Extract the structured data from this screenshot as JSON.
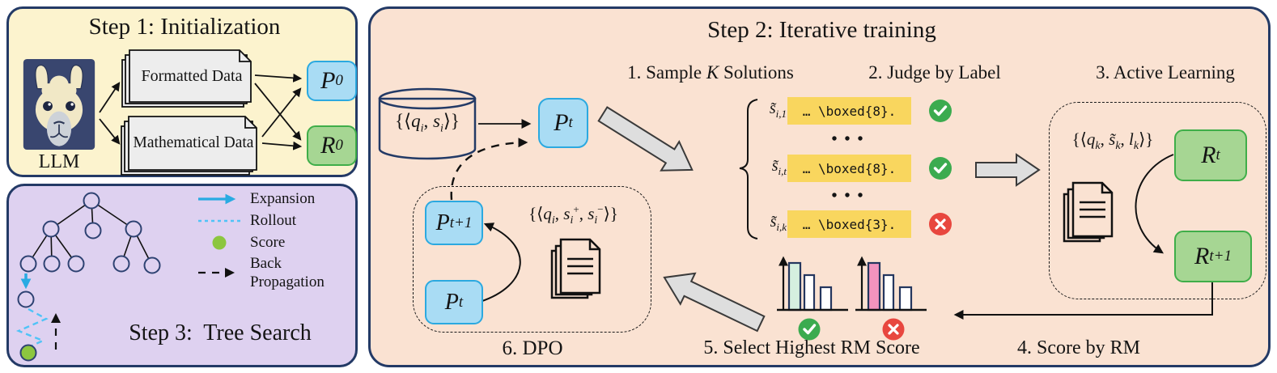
{
  "step1": {
    "title": "Step 1: Initialization",
    "llm_label": "LLM",
    "formatted_data_label": "Formatted Data",
    "mathematical_data_label": "Mathematical Data",
    "p0": {
      "letter": "P",
      "sub": "0"
    },
    "r0": {
      "letter": "R",
      "sub": "0"
    }
  },
  "step3": {
    "title": "Step 3:  Tree Search",
    "legend": {
      "expansion": "Expansion",
      "rollout": "Rollout",
      "score": "Score",
      "back_line1": "Back",
      "back_line2": "Propagation"
    }
  },
  "step2": {
    "title": "Step 2: Iterative training",
    "labels": {
      "sample_pre": "1. Sample ",
      "sample_k": "K",
      "sample_post": " Solutions",
      "judge": "2. Judge by Label",
      "active": "3. Active Learning",
      "score_rm": "4. Score by RM",
      "select": "5. Select Highest RM Score",
      "dpo": "6. DPO"
    },
    "db_set": {
      "open": "{⟨",
      "q": "q",
      "q_sub": "i",
      "sep1": ", ",
      "s": "s",
      "s_sub": "i",
      "close": "⟩}"
    },
    "al_set": {
      "open": "{⟨",
      "q": "q",
      "q_sub": "k",
      "sep1": ", ",
      "s": "s̃",
      "s_sub": "k",
      "sep2": ", ",
      "l": "l",
      "l_sub": "k",
      "close": "⟩}"
    },
    "dpo_set": {
      "open": "{⟨",
      "q": "q",
      "q_sub": "i",
      "sep1": ", ",
      "s1": "s",
      "s1_sub": "i",
      "s1_sup": "+",
      "sep2": ", ",
      "s2": "s",
      "s2_sub": "i",
      "s2_sup": "−",
      "close": "⟩}"
    },
    "pt": {
      "letter": "P",
      "sub": "t"
    },
    "pt1": {
      "letter": "P",
      "sub": "t+1"
    },
    "pt_dpo": {
      "letter": "P",
      "sub": "t"
    },
    "rt": {
      "letter": "R",
      "sub": "t"
    },
    "rt1": {
      "letter": "R",
      "sub": "t+1"
    },
    "solutions": {
      "dots": "• • •",
      "items": [
        {
          "name": "s̃",
          "sub": "i,1",
          "text": "… \\boxed{8}.",
          "verdict": "correct"
        },
        {
          "name": "s̃",
          "sub": "i,t",
          "text": "… \\boxed{8}.",
          "verdict": "correct"
        },
        {
          "name": "s̃",
          "sub": "i,k",
          "text": "… \\boxed{3}.",
          "verdict": "incorrect"
        }
      ]
    }
  },
  "icons": {
    "llama": "llama-avatar",
    "database": "cylinder-database",
    "documents": "stacked-documents",
    "check": "green-check-circle",
    "cross": "red-cross-circle",
    "bar_chart_accepted": "mini-bar-chart-highest",
    "bar_chart_rejected": "mini-bar-chart-not-highest",
    "block_arrow": "gray-block-arrow"
  },
  "colors": {
    "panel_border": "#233A66",
    "step1_bg": "#FCF3CE",
    "step2_bg": "#FAE2D2",
    "step3_bg": "#DED1F0",
    "policy_fill": "#A9DCF4",
    "policy_border": "#2BA9E0",
    "reward_fill": "#A6D693",
    "reward_border": "#3FAE49",
    "solution_highlight": "#F9D65E",
    "check_green": "#3BAB4F",
    "cross_red": "#E8473F",
    "expansion_blue": "#29ABE2",
    "score_green": "#8CC63F",
    "bar_accepted": "#D5EFDF",
    "bar_rejected": "#F193BE"
  }
}
